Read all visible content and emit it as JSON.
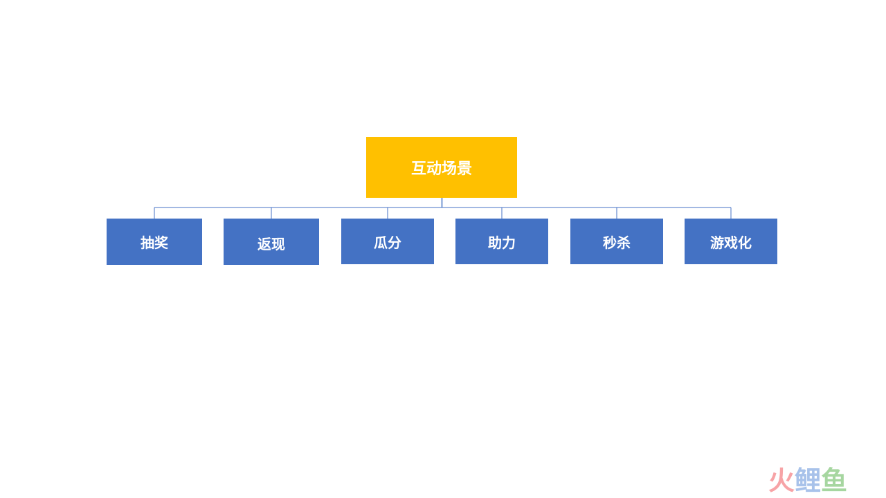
{
  "diagram": {
    "root": {
      "label": "互动场景",
      "color": "#ffc000"
    },
    "children": [
      {
        "label": "抽奖"
      },
      {
        "label": "返现"
      },
      {
        "label": "瓜分"
      },
      {
        "label": "助力"
      },
      {
        "label": "秒杀"
      },
      {
        "label": "游戏化"
      }
    ],
    "child_color": "#4472c4",
    "connector_color": "#4472c4"
  },
  "watermark": {
    "chars": [
      "火",
      "鲤",
      "鱼"
    ]
  }
}
